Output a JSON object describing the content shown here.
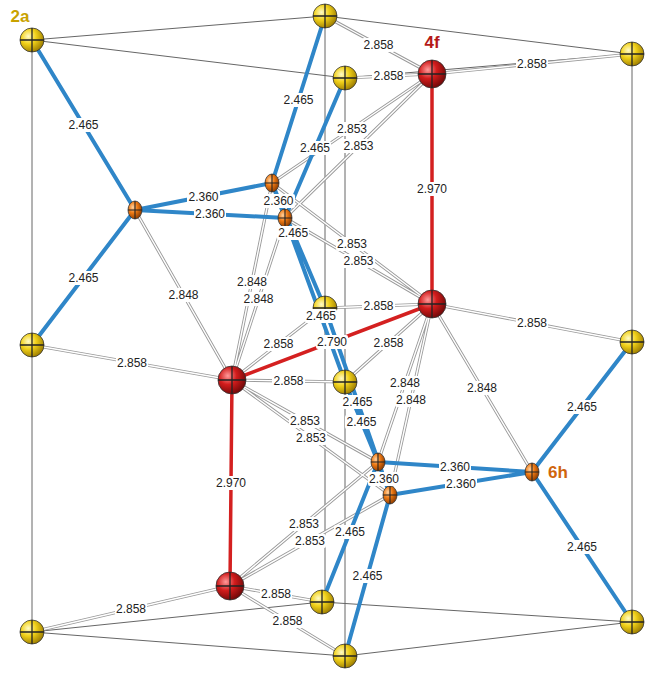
{
  "diagram": {
    "labels": [
      "2a",
      "4f",
      "6h",
      "2.465",
      "2.465",
      "2.465",
      "2.465",
      "2.465",
      "2.465",
      "2.465",
      "2.465",
      "2.465",
      "2.465",
      "2.465",
      "2.465",
      "2.360",
      "2.360",
      "2.360",
      "2.360",
      "2.360",
      "2.360",
      "2.970",
      "2.970",
      "2.790",
      "2.858",
      "2.858",
      "2.858",
      "2.858",
      "2.858",
      "2.858",
      "2.858",
      "2.858",
      "2.858",
      "2.858",
      "2.858",
      "2.858",
      "2.853",
      "2.853",
      "2.853",
      "2.853",
      "2.853",
      "2.853",
      "2.853",
      "2.853",
      "2.848",
      "2.848",
      "2.848",
      "2.848",
      "2.848",
      "2.848"
    ]
  }
}
